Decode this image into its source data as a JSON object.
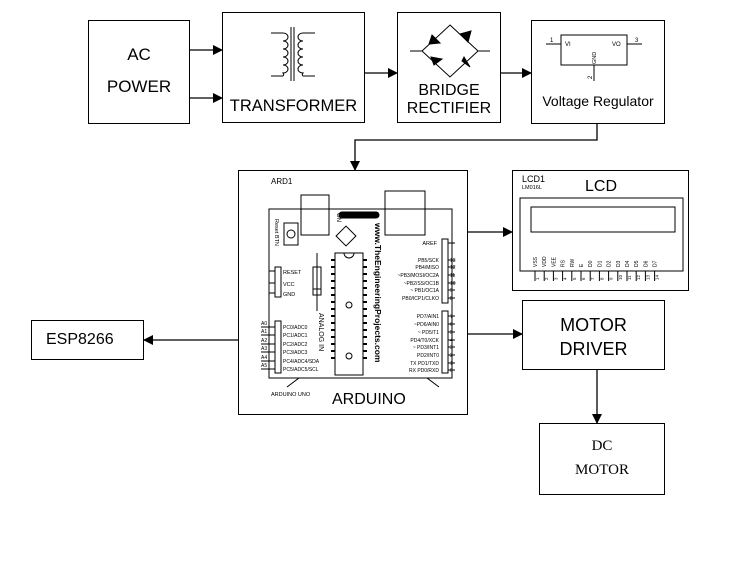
{
  "blocks": {
    "ac_power": {
      "line1": "AC",
      "line2": "POWER"
    },
    "transformer": {
      "label": "TRANSFORMER"
    },
    "bridge": {
      "line1": "BRIDGE",
      "line2": "RECTIFIER"
    },
    "regulator": {
      "label": "Voltage Regulator",
      "pin_vi": "VI",
      "pin_vo": "VO",
      "pin_gnd": "GND",
      "pin1": "1",
      "pin2": "2",
      "pin3": "3"
    },
    "arduino": {
      "ref": "ARD1",
      "label": "ARDUINO",
      "model": "ARDUINO UNO",
      "website": "www.TheEngineeringProjects.com",
      "analog": "ANALOG IN",
      "on": "ON",
      "reset_btn": "Reset BTN",
      "aref": "AREF",
      "power_pins": [
        "RESET",
        "VCC",
        "GND"
      ],
      "analog_pins": [
        "PC0/ADC0",
        "PC1/ADC1",
        "PC2/ADC2",
        "PC3/ADC3",
        "PC4/ADC4/SDA",
        "PC5/ADC5/SCL"
      ],
      "analog_nums": [
        "A0",
        "A1",
        "A2",
        "A3",
        "A4",
        "A5"
      ],
      "digital_high": [
        "PB5/SCK",
        "PB4/MISO",
        "~PB3/MOSI/OC2A",
        "~PB2/SS/OC1B",
        "~ PB1/OC1A",
        "PB0/ICP1/CLKO"
      ],
      "digital_high_nums": [
        "13",
        "12",
        "11",
        "10",
        "9",
        "8"
      ],
      "digital_low": [
        "PD7/AIN1",
        "~PD6/AIN0",
        "~ PD5/T1",
        "PD4/T0/XCK",
        "~ PD3/INT1",
        "PD2/INT0",
        "TX  PD1/TXD",
        "RX  PD0/RXD"
      ],
      "digital_low_nums": [
        "7",
        "6",
        "5",
        "4",
        "3",
        "2",
        "1",
        "0"
      ]
    },
    "lcd": {
      "ref": "LCD1",
      "model": "LM016L",
      "label": "LCD",
      "pins": [
        "VSS",
        "VDD",
        "VEE",
        "RS",
        "RW",
        "E",
        "D0",
        "D1",
        "D2",
        "D3",
        "D4",
        "D5",
        "D6",
        "D7"
      ],
      "pin_nums": [
        "1",
        "2",
        "3",
        "4",
        "5",
        "6",
        "7",
        "8",
        "9",
        "10",
        "11",
        "12",
        "13",
        "14"
      ]
    },
    "esp": {
      "label": "ESP8266"
    },
    "motor_driver": {
      "line1": "MOTOR",
      "line2": "DRIVER"
    },
    "dc_motor": {
      "line1": "DC",
      "line2": "MOTOR"
    }
  }
}
